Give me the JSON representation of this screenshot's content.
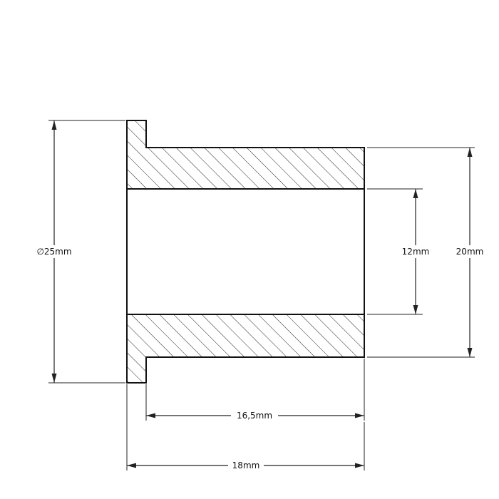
{
  "drawing": {
    "dimensions": {
      "flange_diameter": "∅25mm",
      "bore_diameter": "12mm",
      "body_diameter": "20mm",
      "body_length": "16,5mm",
      "overall_length": "18mm"
    },
    "colors": {
      "line": "#111111",
      "background": "#ffffff"
    }
  }
}
